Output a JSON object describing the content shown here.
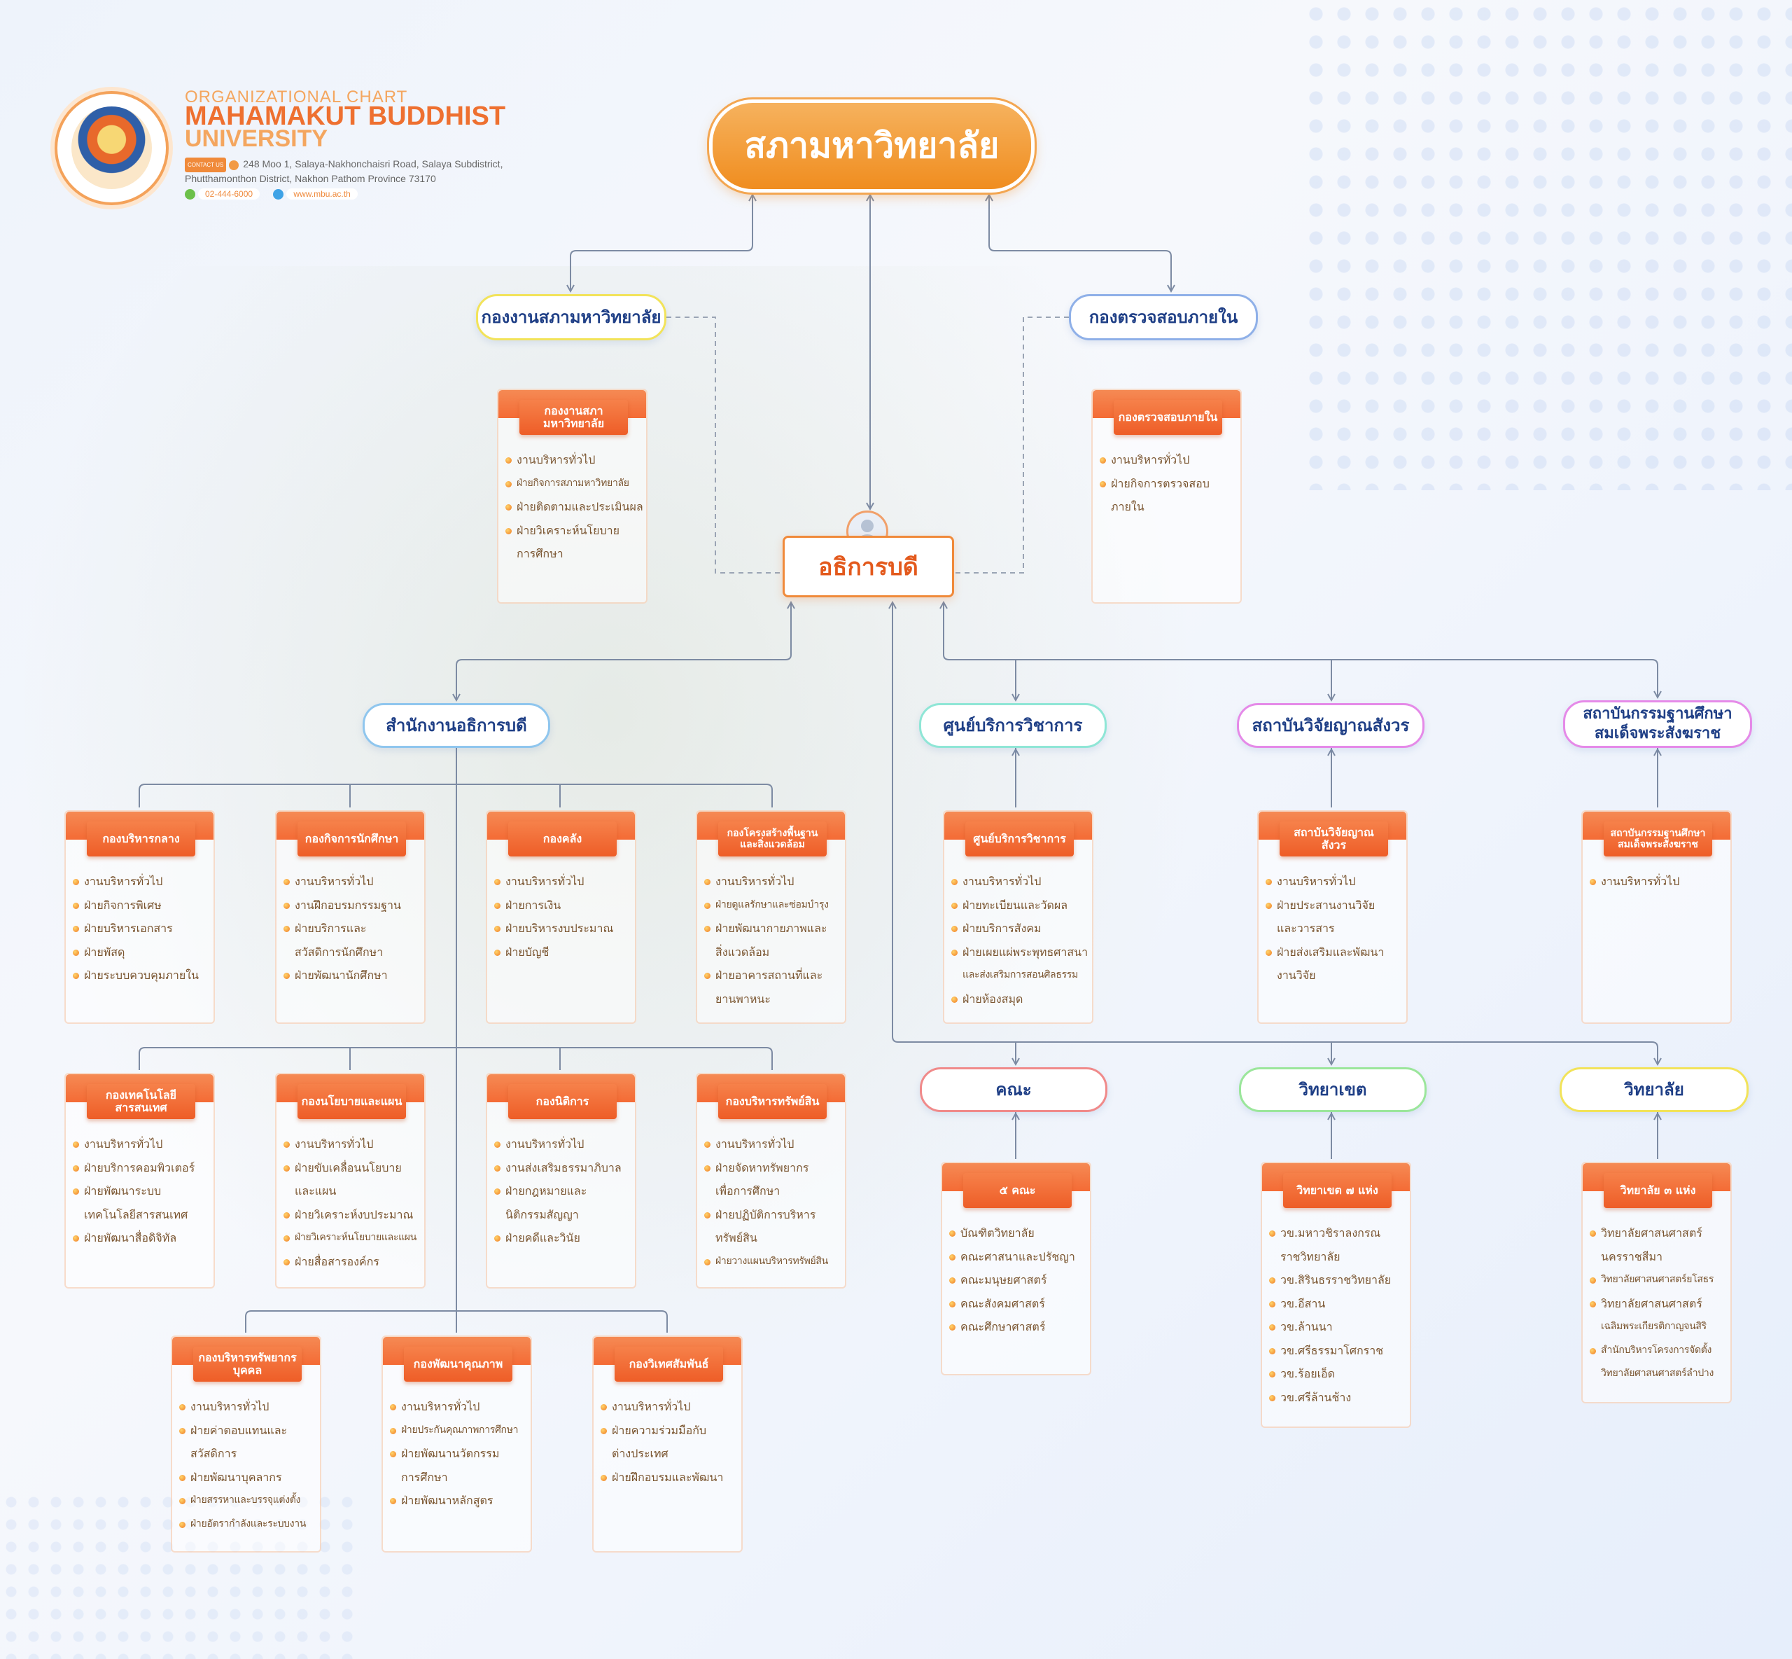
{
  "header": {
    "subtitle": "ORGANIZATIONAL CHART",
    "title_line1": "MAHAMAKUT BUDDHIST",
    "title_line2": "UNIVERSITY",
    "contact_tag": "CONTACT US",
    "address_line1": "248 Moo 1, Salaya-Nakhonchaisri Road, Salaya Subdistrict,",
    "address_line2": "Phutthamonthon District, Nakhon Pathom Province 73170",
    "phone": "02-444-6000",
    "website": "www.mbu.ac.th"
  },
  "top": {
    "label": "สภามหาวิทยาลัย"
  },
  "president": {
    "label": "อธิการบดี"
  },
  "pills": [
    {
      "label": "กองงานสภามหาวิทยาลัย",
      "color": "#f2e35a"
    },
    {
      "label": "กองตรวจสอบภายใน",
      "color": "#8fb0e8"
    },
    {
      "label": "สำนักงานอธิการบดี",
      "color": "#8fc6ee"
    },
    {
      "label": "ศูนย์บริการวิชาการ",
      "color": "#8fe6d6"
    },
    {
      "label": "สถาบันวิจัยญาณสังวร",
      "color": "#e58ae8"
    },
    {
      "label": "สถาบันกรรมฐานศึกษา สมเด็จพระสังฆราช",
      "color": "#e58ae8"
    },
    {
      "label": "คณะ",
      "color": "#f08a8a"
    },
    {
      "label": "วิทยาเขต",
      "color": "#9be69b"
    },
    {
      "label": "วิทยาลัย",
      "color": "#f2e35a"
    }
  ],
  "cards": [
    {
      "title": "กองงานสภามหาวิทยาลัย",
      "items": [
        "งานบริหารทั่วไป",
        "ฝ่ายกิจการสภามหาวิทยาลัย",
        "ฝ่ายติดตามและประเมินผล",
        "ฝ่ายวิเคราะห์นโยบาย",
        "การศึกษา"
      ]
    },
    {
      "title": "กองตรวจสอบภายใน",
      "items": [
        "งานบริหารทั่วไป",
        "ฝ่ายกิจการตรวจสอบ",
        "ภายใน"
      ]
    },
    {
      "title": "กองบริหารกลาง",
      "items": [
        "งานบริหารทั่วไป",
        "ฝ่ายกิจการพิเศษ",
        "ฝ่ายบริหารเอกสาร",
        "ฝ่ายพัสดุ",
        "ฝ่ายระบบควบคุมภายใน"
      ]
    },
    {
      "title": "กองกิจการนักศึกษา",
      "items": [
        "งานบริหารทั่วไป",
        "งานฝึกอบรมกรรมฐาน",
        "ฝ่ายบริการและ",
        "สวัสดิการนักศึกษา",
        "ฝ่ายพัฒนานักศึกษา"
      ]
    },
    {
      "title": "กองคลัง",
      "items": [
        "งานบริหารทั่วไป",
        "ฝ่ายการเงิน",
        "ฝ่ายบริหารงบประมาณ",
        "ฝ่ายบัญชี"
      ]
    },
    {
      "title": "กองโครงสร้างพื้นฐานและสิ่งแวดล้อม",
      "items": [
        "งานบริหารทั่วไป",
        "ฝ่ายดูแลรักษาและซ่อมบำรุง",
        "ฝ่ายพัฒนากายภาพและ",
        "สิ่งแวดล้อม",
        "ฝ่ายอาคารสถานที่และ",
        "ยานพาหนะ"
      ]
    },
    {
      "title": "ศูนย์บริการวิชาการ",
      "items": [
        "งานบริหารทั่วไป",
        "ฝ่ายทะเบียนและวัดผล",
        "ฝ่ายบริการสังคม",
        "ฝ่ายเผยแผ่พระพุทธศาสนา",
        "และส่งเสริมการสอนศิลธรรม",
        "ฝ่ายห้องสมุด"
      ]
    },
    {
      "title": "สถาบันวิจัยญาณสังวร",
      "items": [
        "งานบริหารทั่วไป",
        "ฝ่ายประสานงานวิจัย",
        "และวารสาร",
        "ฝ่ายส่งเสริมและพัฒนา",
        "งานวิจัย"
      ]
    },
    {
      "title": "สถาบันกรรมฐานศึกษาสมเด็จพระสังฆราช",
      "items": [
        "งานบริหารทั่วไป"
      ]
    },
    {
      "title": "กองเทคโนโลยีสารสนเทศ",
      "items": [
        "งานบริหารทั่วไป",
        "ฝ่ายบริการคอมพิวเตอร์",
        "ฝ่ายพัฒนาระบบ",
        "เทคโนโลยีสารสนเทศ",
        "ฝ่ายพัฒนาสื่อดิจิทัล"
      ]
    },
    {
      "title": "กองนโยบายและแผน",
      "items": [
        "งานบริหารทั่วไป",
        "ฝ่ายขับเคลื่อนนโยบาย",
        "และแผน",
        "ฝ่ายวิเคราะห์งบประมาณ",
        "ฝ่ายวิเคราะห์นโยบายและแผน",
        "ฝ่ายสื่อสารองค์กร"
      ]
    },
    {
      "title": "กองนิติการ",
      "items": [
        "งานบริหารทั่วไป",
        "งานส่งเสริมธรรมาภิบาล",
        "ฝ่ายกฎหมายและ",
        "นิติกรรมสัญญา",
        "ฝ่ายคดีและวินัย"
      ]
    },
    {
      "title": "กองบริหารทรัพย์สิน",
      "items": [
        "งานบริหารทั่วไป",
        "ฝ่ายจัดหาทรัพยากร",
        "เพื่อการศึกษา",
        "ฝ่ายปฏิบัติการบริหาร",
        "ทรัพย์สิน",
        "ฝ่ายวางแผนบริหารทรัพย์สิน"
      ]
    },
    {
      "title": "๕ คณะ",
      "items": [
        "บัณฑิตวิทยาลัย",
        "คณะศาสนาและปรัชญา",
        "คณะมนุษยศาสตร์",
        "คณะสังคมศาสตร์",
        "คณะศึกษาศาสตร์"
      ]
    },
    {
      "title": "วิทยาเขต ๗ แห่ง",
      "items": [
        "วข.มหาวชิราลงกรณ",
        "ราชวิทยาลัย",
        "วข.สิรินธรราชวิทยาลัย",
        "วข.อีสาน",
        "วข.ล้านนา",
        "วข.ศรีธรรมาโศกราช",
        "วข.ร้อยเอ็ด",
        "วข.ศรีล้านช้าง"
      ]
    },
    {
      "title": "วิทยาลัย ๓ แห่ง",
      "items": [
        "วิทยาลัยศาสนศาสตร์",
        "นครราชสีมา",
        "วิทยาลัยศาสนศาสตร์ยโสธร",
        "วิทยาลัยศาสนศาสตร์",
        "เฉลิมพระเกียรติกาญจนสิริ",
        "สำนักบริหารโครงการจัดตั้ง",
        "วิทยาลัยศาสนศาสตร์ลำปาง"
      ]
    },
    {
      "title": "กองบริหารทรัพยากรบุคคล",
      "items": [
        "งานบริหารทั่วไป",
        "ฝ่ายค่าตอบแทนและ",
        "สวัสดิการ",
        "ฝ่ายพัฒนาบุคลากร",
        "ฝ่ายสรรหาและบรรจุแต่งตั้ง",
        "ฝ่ายอัตรากำลังและระบบงาน"
      ]
    },
    {
      "title": "กองพัฒนาคุณภาพ",
      "items": [
        "งานบริหารทั่วไป",
        "ฝ่ายประกันคุณภาพการศึกษา",
        "ฝ่ายพัฒนานวัตกรรม",
        "การศึกษา",
        "ฝ่ายพัฒนาหลักสูตร"
      ]
    },
    {
      "title": "กองวิเทศสัมพันธ์",
      "items": [
        "งานบริหารทั่วไป",
        "ฝ่ายความร่วมมือกับ",
        "ต่างประเทศ",
        "ฝ่ายฝึกอบรมและพัฒนา"
      ]
    }
  ]
}
